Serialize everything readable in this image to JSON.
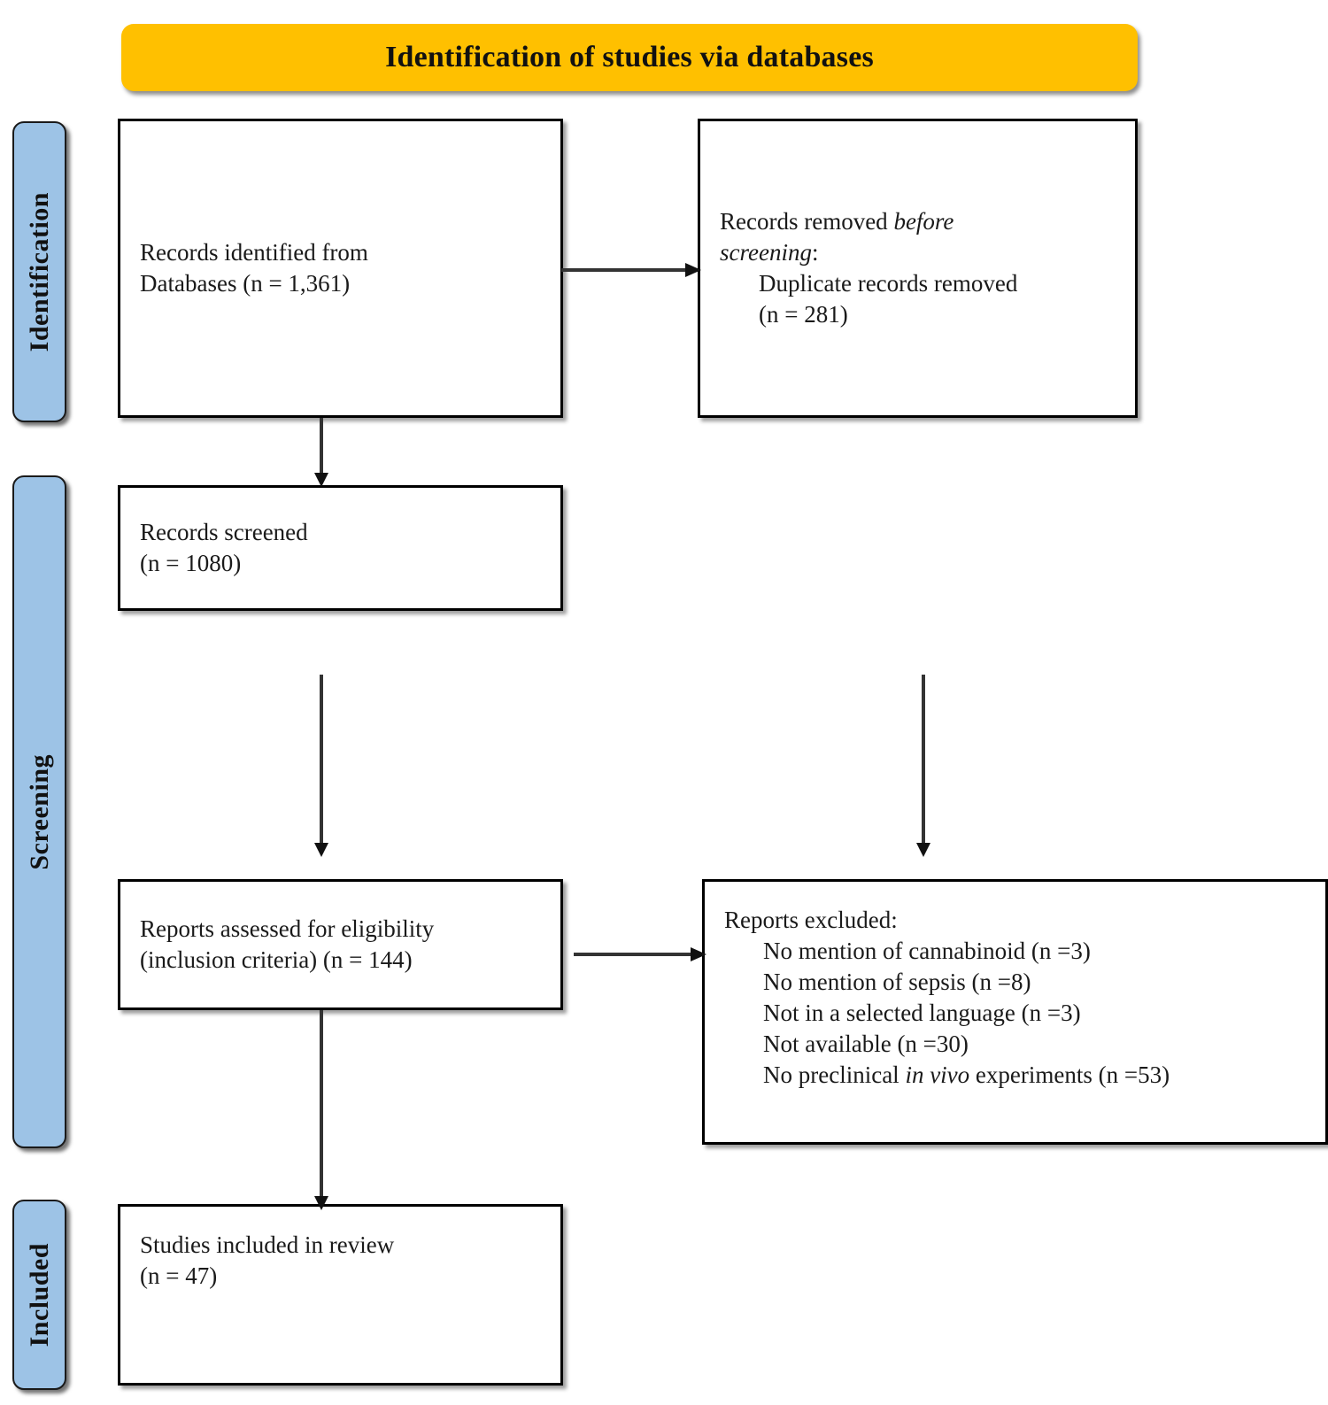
{
  "banner": {
    "title": "Identification of studies via databases",
    "color": "#FFC000"
  },
  "stages": {
    "color": "#9DC3E6",
    "identification": "Identification",
    "screening": "Screening",
    "included": "Included"
  },
  "boxes": {
    "identified": {
      "line1": "Records identified from",
      "line2": "Databases (n = 1,361)"
    },
    "removed": {
      "line1_prefix": "Records removed ",
      "line1_italic": "before",
      "line2_italic": "screening",
      "line2_suffix": ":",
      "line3": "Duplicate records removed",
      "line4": "(n = 281)"
    },
    "screened": {
      "line1": "Records screened",
      "line2": "(n = 1080)"
    },
    "eligibility": {
      "line1": "Reports assessed for eligibility",
      "line2": "(inclusion criteria) (n = 144)"
    },
    "excluded": {
      "heading": "Reports excluded:",
      "reasons": [
        "No mention of cannabinoid (n =3)",
        "No mention of sepsis (n =8)",
        "Not in a selected language (n =3)",
        "Not available (n =30)",
        "No preclinical in vivo experiments (n =53)"
      ],
      "reason5_prefix": "No preclinical ",
      "reason5_italic": "in vivo",
      "reason5_suffix": " experiments (n =53)"
    },
    "included": {
      "line1": "Studies included in review",
      "line2": "(n = 47)"
    }
  },
  "counts": {
    "records_identified": 1361,
    "duplicates_removed": 281,
    "records_screened": 1080,
    "reports_assessed": 144,
    "excluded_no_cannabinoid": 3,
    "excluded_no_sepsis": 8,
    "excluded_language": 3,
    "excluded_not_available": 30,
    "excluded_no_preclinical": 53,
    "studies_included": 47
  }
}
